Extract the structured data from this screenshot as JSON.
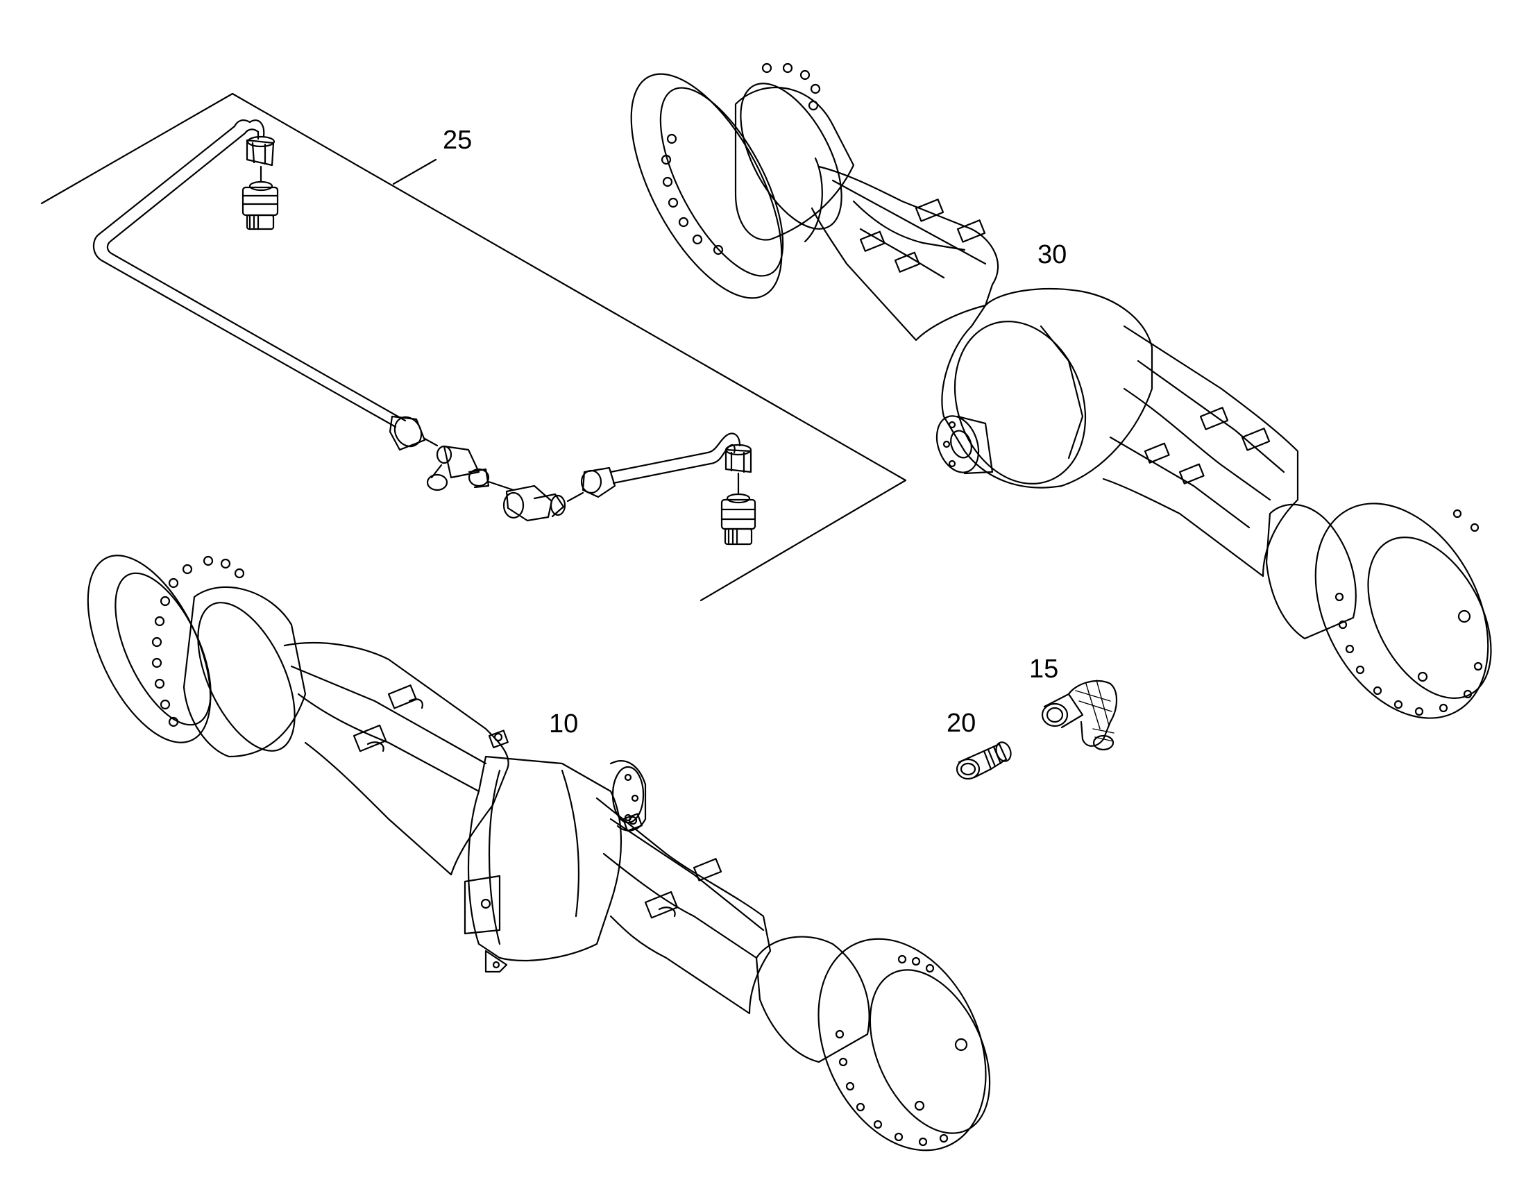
{
  "labels": {
    "tube_assembly": "25",
    "rear_axle": "30",
    "elbow_fitting": "15",
    "adapter_fitting": "20",
    "front_axle": "10"
  },
  "colors": {
    "line": "#000000",
    "background": "#ffffff"
  }
}
